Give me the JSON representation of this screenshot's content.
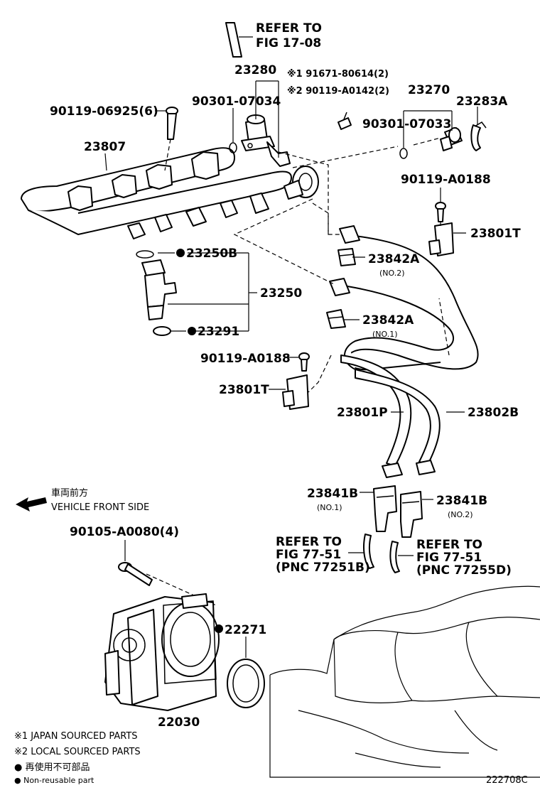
{
  "labels": {
    "refer_top": "REFER TO",
    "refer_top_fig": "FIG 17-08",
    "p23280": "23280",
    "p91671": "※1 91671-80614(2)",
    "p90119_a0142": "※2 90119-A0142(2)",
    "p90301_07034": "90301-07034",
    "p23270": "23270",
    "p23283a": "23283A",
    "p90119_06925": "90119-06925(6)",
    "p90301_07033": "90301-07033",
    "p23807": "23807",
    "p90119_a0188_r": "90119-A0188",
    "p23801t_r": "23801T",
    "p23250b": "23250B",
    "p23842a_1": "23842A",
    "p23842a_1_sub": "(NO.2)",
    "p23250": "23250",
    "p23842a_2": "23842A",
    "p23842a_2_sub": "(NO.1)",
    "p23291": "23291",
    "p90119_a0188_l": "90119-A0188",
    "p23801t_l": "23801T",
    "p23801p": "23801P",
    "p23802b": "23802B",
    "front_jp": "車両前方",
    "front_en": "VEHICLE FRONT SIDE",
    "p23841b_1": "23841B",
    "p23841b_1_sub": "(NO.1)",
    "p23841b_2": "23841B",
    "p23841b_2_sub": "(NO.2)",
    "p90105": "90105-A0080(4)",
    "refer_l1": "REFER TO",
    "refer_l2": "FIG 77-51",
    "refer_l3": "(PNC 77251B)",
    "refer_r1": "REFER TO",
    "refer_r2": "FIG 77-51",
    "refer_r3": "(PNC 77255D)",
    "p22271": "22271",
    "p22030": "22030"
  },
  "notes": {
    "note1": "※1 JAPAN SOURCED PARTS",
    "note2": "※2 LOCAL SOURCED PARTS",
    "note3": "● 再使用不可部品",
    "note4": "● Non-reusable part",
    "code": "222708C"
  }
}
